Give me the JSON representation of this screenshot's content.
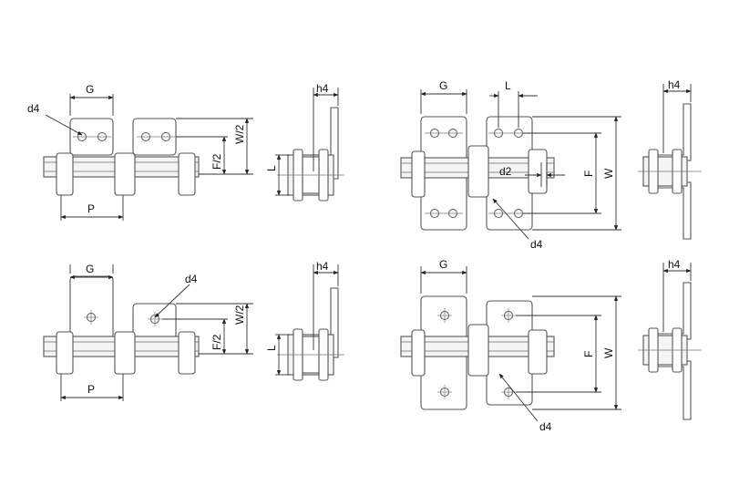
{
  "labels": {
    "G": "G",
    "L": "L",
    "P": "P",
    "d4": "d4",
    "d2": "d2",
    "h4": "h4",
    "F": "F",
    "W": "W",
    "F_half": "F/2",
    "W_half": "W/2"
  },
  "colors": {
    "line": "#555555",
    "dimension": "#333333",
    "text": "#111111",
    "background": "#ffffff"
  }
}
